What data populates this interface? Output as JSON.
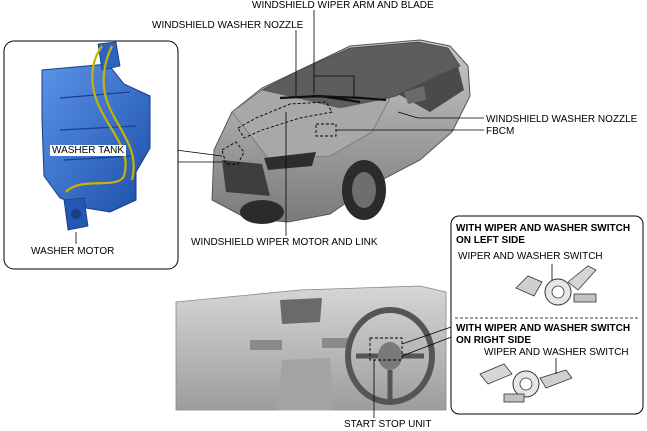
{
  "labels": {
    "wiper_arm_blade": "WINDSHIELD WIPER ARM AND BLADE",
    "washer_nozzle_top": "WINDSHIELD WASHER NOZZLE",
    "washer_nozzle_right": "WINDSHIELD WASHER NOZZLE",
    "fbcm": "FBCM",
    "washer_tank": "WASHER TANK",
    "washer_motor": "WASHER MOTOR",
    "wiper_motor_link": "WINDSHIELD WIPER MOTOR AND LINK",
    "start_stop_unit": "START STOP UNIT"
  },
  "switch_panel": {
    "left_side_heading_line1": "WITH WIPER AND WASHER SWITCH",
    "left_side_heading_line2": "ON LEFT SIDE",
    "left_side_switch": "WIPER AND WASHER SWITCH",
    "right_side_heading_line1": "WITH WIPER AND WASHER SWITCH",
    "right_side_heading_line2": "ON RIGHT SIDE",
    "right_side_switch": "WIPER AND WASHER SWITCH"
  },
  "colors": {
    "tank_blue": "#2f6fd0",
    "tube_yellow": "#c8b400",
    "car_gray": "#8c8c8c",
    "interior_gray": "#b9b9b9"
  }
}
